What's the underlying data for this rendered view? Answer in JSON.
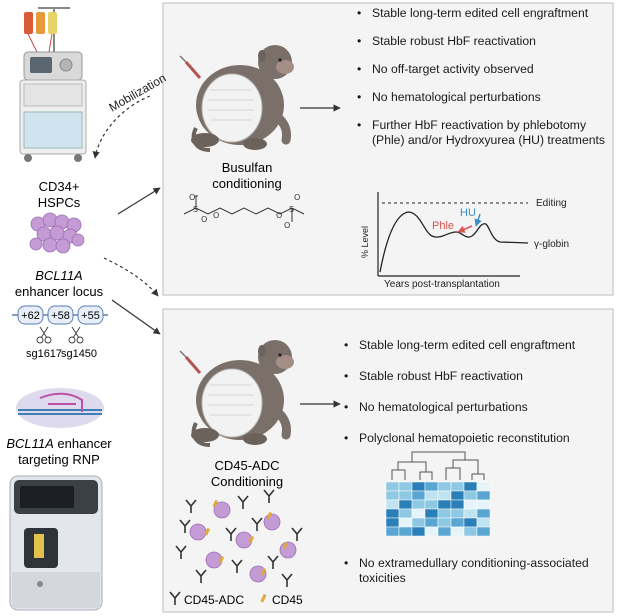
{
  "top_panel": {
    "bullets": [
      "Stable long-term edited cell engraftment",
      "Stable robust HbF reactivation",
      "No off-target activity observed",
      "No hematological perturbations",
      "Further HbF reactivation by phlebotomy (Phle) and/or Hydroxyurea (HU) treatments"
    ],
    "conditioning_line1": "Busulfan",
    "conditioning_line2": "conditioning"
  },
  "bottom_panel": {
    "bullets": [
      "Stable long-term edited cell engraftment",
      "Stable robust HbF reactivation",
      "No hematological perturbations",
      "Polyclonal hematopoietic reconstitution"
    ],
    "last_bullet": "No extramedullary conditioning-associated toxicities",
    "conditioning_line1": "CD45-ADC",
    "conditioning_line2": "Conditioning"
  },
  "graph": {
    "y_label": "% Level",
    "x_label": "Years post-transplantation",
    "editing_label": "Editing",
    "globin_label": "γ-globin",
    "phle_label": "Phle",
    "hu_label": "HU"
  },
  "left_column": {
    "mobilization": "Mobilization",
    "cells_line1": "CD34+",
    "cells_line2": "HSPCs",
    "locus_gene": "BCL11A",
    "locus_line2": "enhancer locus",
    "enhancers": [
      "+62",
      "+58",
      "+55"
    ],
    "guides": [
      "sg1617",
      "sg1450"
    ],
    "rnp_gene": "BCL11A",
    "rnp_rest": " enhancer",
    "rnp_line2": "targeting RNP"
  },
  "legend": {
    "adc": "CD45-ADC",
    "cd45": "CD45"
  },
  "colors": {
    "monkey": "#7a7069",
    "monkey_dark": "#5e5650",
    "cells": "#c59bd6",
    "heatmap_dark": "#2a7fb8",
    "heatmap_light": "#bfe3f1",
    "phle": "#d9534f",
    "hu": "#3c8dc9"
  }
}
